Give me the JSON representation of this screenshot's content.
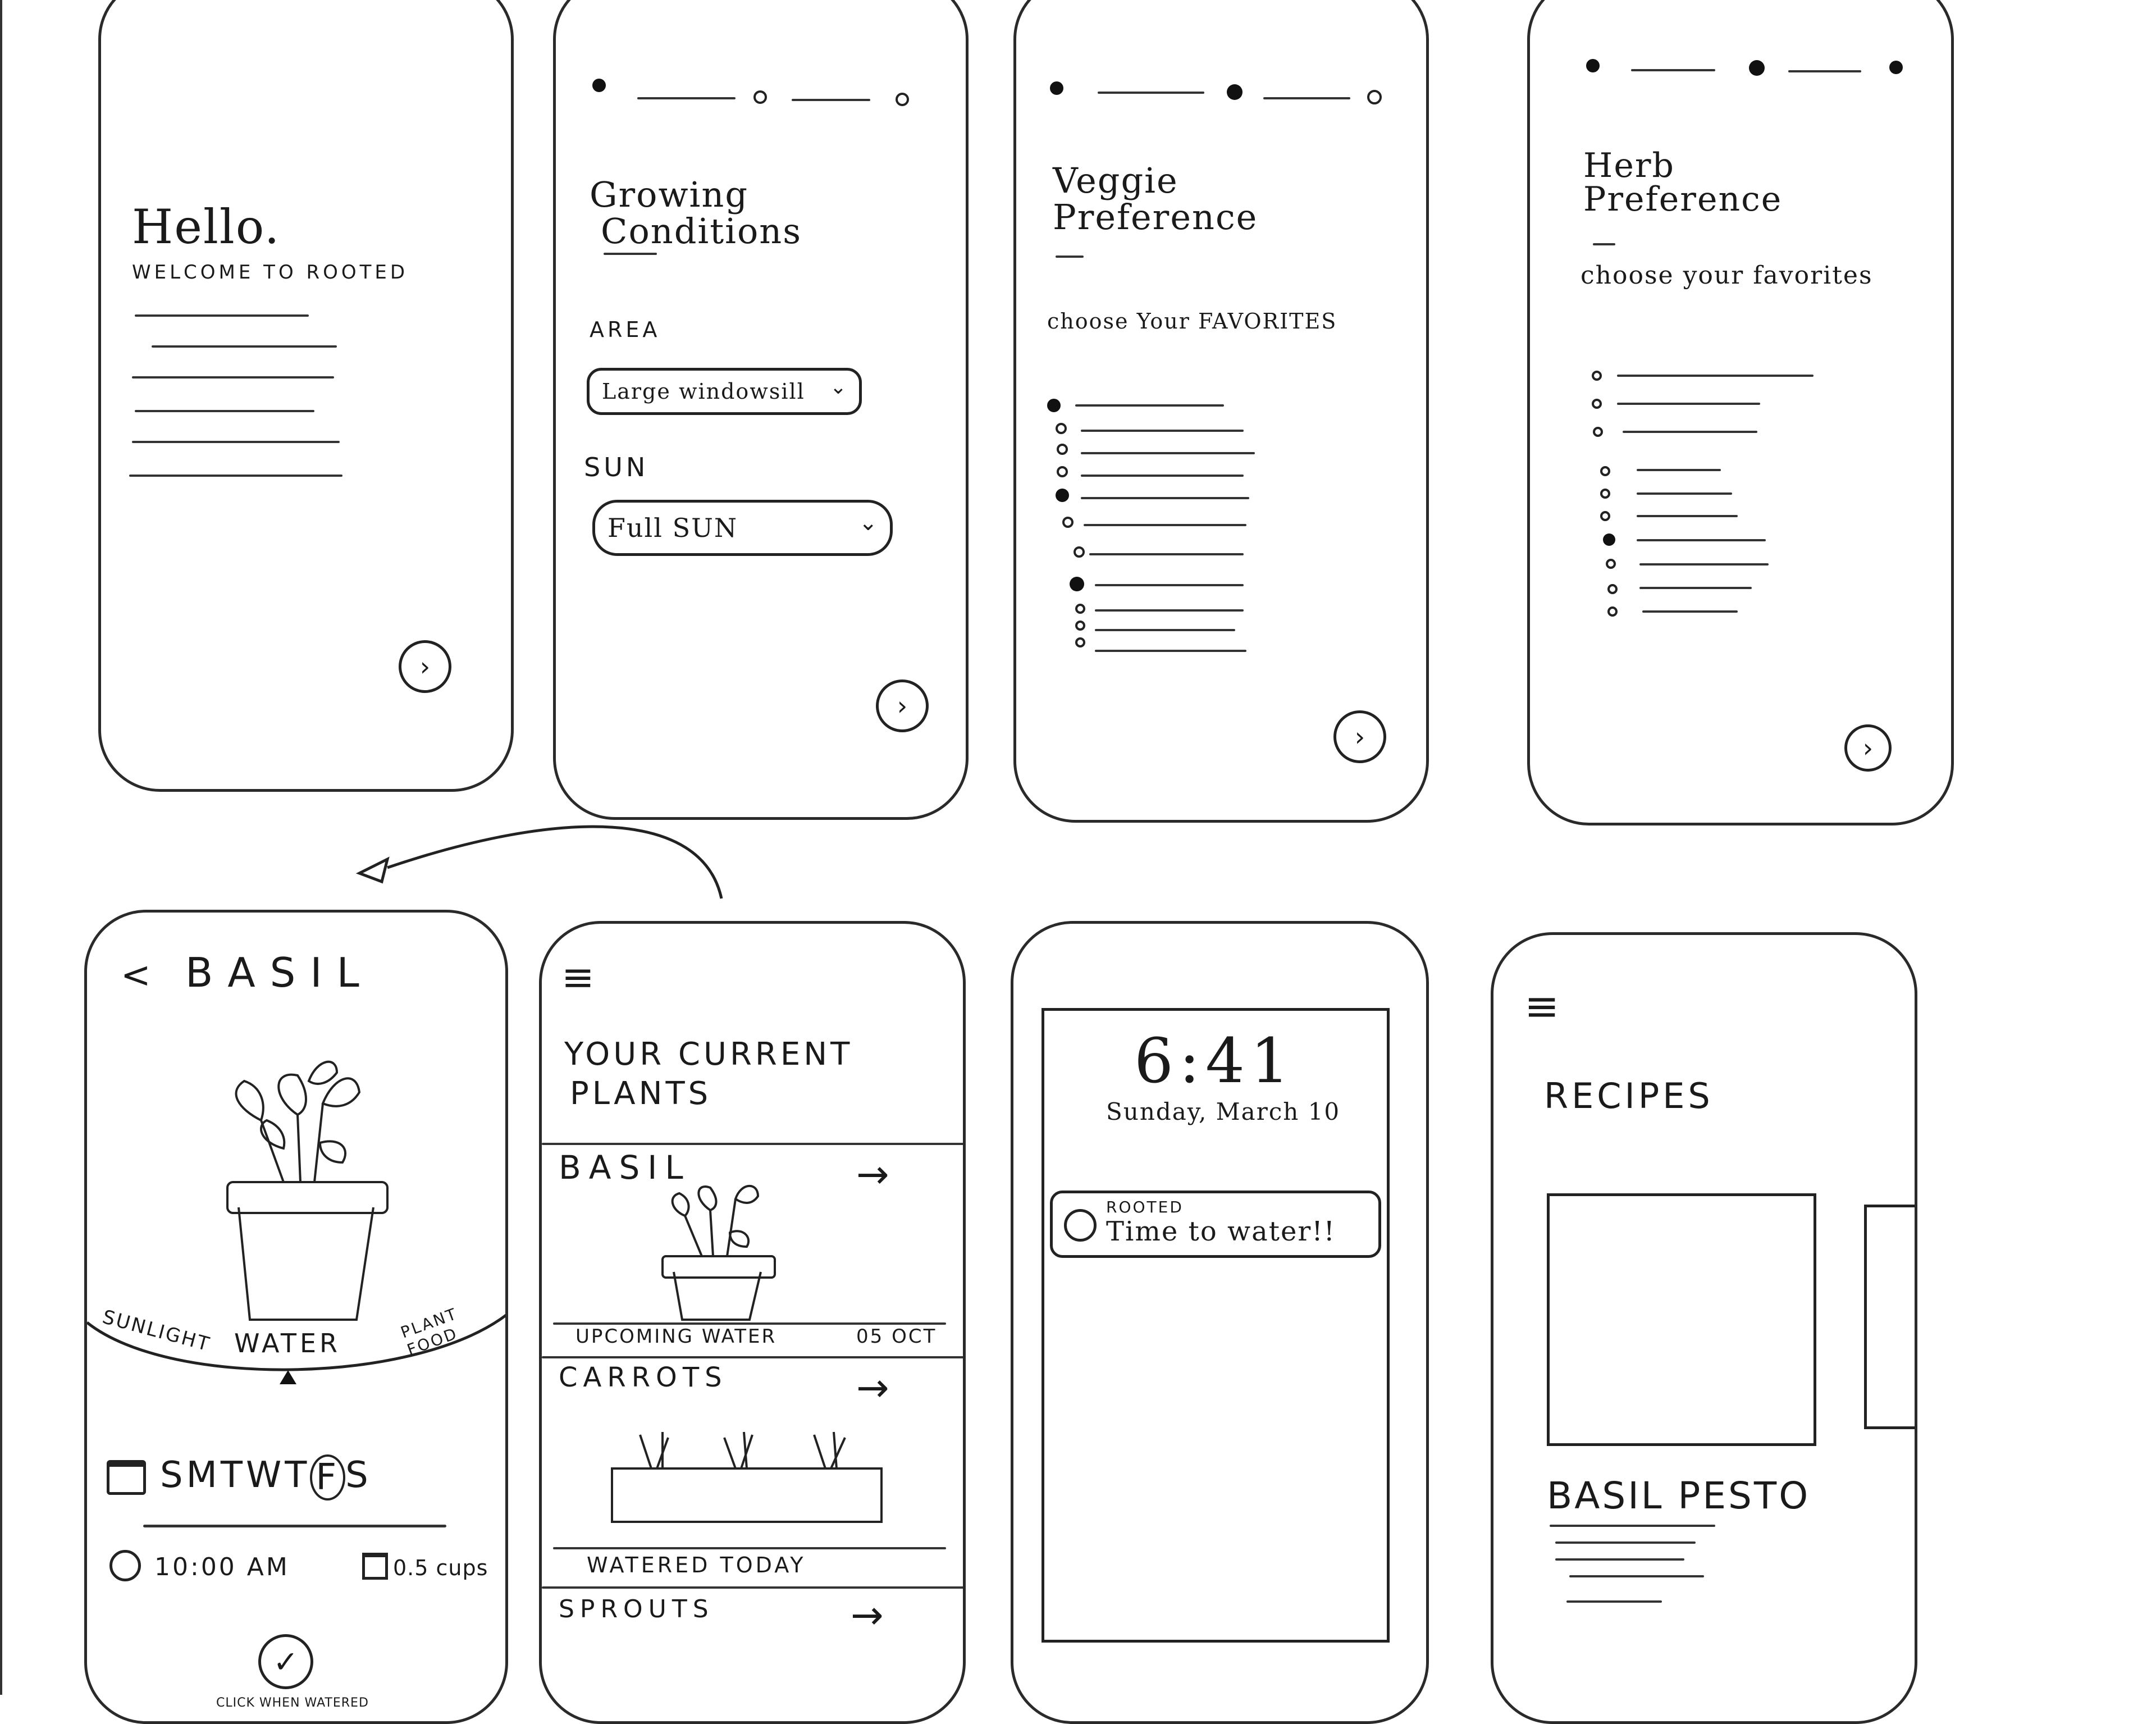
{
  "welcome": {
    "greeting": "Hello.",
    "subtitle": "WELCOME TO ROOTED",
    "next_glyph": "›"
  },
  "growing": {
    "title_line1": "Growing",
    "title_line2": "Conditions",
    "area_label": "AREA",
    "area_value": "Large windowsill",
    "sun_label": "SUN",
    "sun_value": "Full SUN",
    "chevron": "⌄",
    "next_glyph": "›"
  },
  "veggie": {
    "title_line1": "Veggie",
    "title_line2": "Preference",
    "prompt": "choose Your FAVORITES",
    "next_glyph": "›"
  },
  "herb": {
    "title_line1": "Herb",
    "title_line2": "Preference",
    "prompt": "choose your favorites",
    "next_glyph": "›"
  },
  "basil_detail": {
    "back_glyph": "<",
    "title": "BASIL",
    "tabs": [
      "SUNLIGHT",
      "WATER",
      "PLANT FOOD"
    ],
    "days": [
      "S",
      "M",
      "T",
      "W",
      "T",
      "F",
      "S"
    ],
    "time": "10:00 AM",
    "amount": "0.5 cups",
    "check_glyph": "✓",
    "check_label": "CLICK WHEN WATERED"
  },
  "current_plants": {
    "menu_glyph": "≡",
    "title_line1": "YOUR CURRENT",
    "title_line2": "PLANTS",
    "arrow_glyph": "→",
    "items": [
      {
        "name": "BASIL",
        "status_left": "UPCOMING WATER",
        "status_right": "05 OCT"
      },
      {
        "name": "CARROTS",
        "status_left": "WATERED TODAY"
      },
      {
        "name": "SPROUTS"
      }
    ]
  },
  "lock_screen": {
    "time": "6:41",
    "date": "Sunday, March 10",
    "app_name": "ROOTED",
    "message": "Time to water!!"
  },
  "recipes": {
    "menu_glyph": "≡",
    "title": "RECIPES",
    "recipe_name": "BASIL PESTO"
  },
  "colors": {
    "ink": "#1a1a1a",
    "paper": "#ffffff"
  }
}
